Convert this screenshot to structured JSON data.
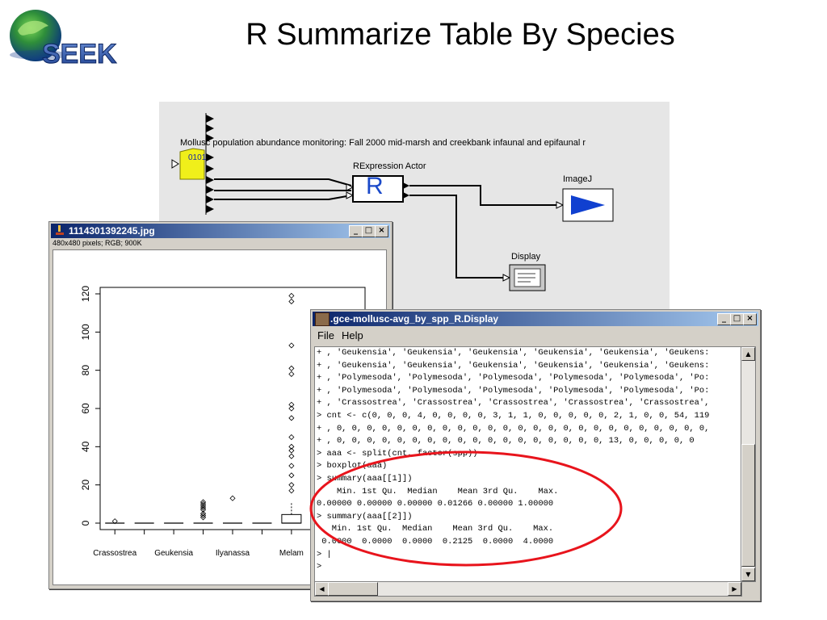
{
  "slide": {
    "title": "R Summarize Table By Species",
    "logo_text": "SEEK"
  },
  "workflow": {
    "dataset_title": "Mollusc population abundance monitoring: Fall 2000 mid-marsh and creekbank infaunal and epifaunal r",
    "dataset_icon_label": "0101",
    "rexpression_label": "RExpression Actor",
    "r_icon_glyph": "R",
    "imagej_label": "ImageJ",
    "display_label": "Display"
  },
  "image_window": {
    "title": "1114301392245.jpg",
    "info": "480x480 pixels; RGB; 900K",
    "buttons": {
      "minimize": "_",
      "maximize": "□",
      "close": "×"
    }
  },
  "r_window": {
    "title": ".gce-mollusc-avg_by_spp_R.Display",
    "buttons": {
      "minimize": "_",
      "maximize": "□",
      "close": "×"
    },
    "menu": [
      "File",
      "Help"
    ],
    "console_lines": [
      "+ , 'Geukensia', 'Geukensia', 'Geukensia', 'Geukensia', 'Geukensia', 'Geukens:",
      "+ , 'Geukensia', 'Geukensia', 'Geukensia', 'Geukensia', 'Geukensia', 'Geukens:",
      "+ , 'Polymesoda', 'Polymesoda', 'Polymesoda', 'Polymesoda', 'Polymesoda', 'Po:",
      "+ , 'Polymesoda', 'Polymesoda', 'Polymesoda', 'Polymesoda', 'Polymesoda', 'Po:",
      "+ , 'Crassostrea', 'Crassostrea', 'Crassostrea', 'Crassostrea', 'Crassostrea',",
      "> cnt <- c(0, 0, 0, 4, 0, 0, 0, 0, 3, 1, 1, 0, 0, 0, 0, 0, 2, 1, 0, 0, 54, 119",
      "+ , 0, 0, 0, 0, 0, 0, 0, 0, 0, 0, 0, 0, 0, 0, 0, 0, 0, 0, 0, 0, 0, 0, 0, 0, 0,",
      "+ , 0, 0, 0, 0, 0, 0, 0, 0, 0, 0, 0, 0, 0, 0, 0, 0, 0, 0, 13, 0, 0, 0, 0, 0",
      "> aaa <- split(cnt, factor(spp))",
      "> boxplot(aaa)",
      "> summary(aaa[[1]])",
      "    Min. 1st Qu.  Median    Mean 3rd Qu.    Max.",
      "0.00000 0.00000 0.00000 0.01266 0.00000 1.00000",
      "> summary(aaa[[2]])",
      "   Min. 1st Qu.  Median    Mean 3rd Qu.    Max.",
      " 0.0000  0.0000  0.0000  0.2125  0.0000  4.0000",
      "> |",
      ">"
    ],
    "scroll": {
      "up": "▲",
      "down": "▼",
      "left": "◀",
      "right": "▶"
    }
  },
  "colors": {
    "titlebar_start": "#0a246a",
    "titlebar_end": "#a6caf0",
    "highlight": "#e8141c",
    "workflow_bg": "#e6e6e6",
    "imagej_arrow": "#1040d0",
    "r_glyph": "#1a49c9"
  },
  "chart_data": {
    "type": "box",
    "categories": [
      "Crassostrea",
      "Geukensia",
      "Ilyanassa",
      "Melam"
    ],
    "yticks": [
      0,
      20,
      40,
      60,
      80,
      100,
      120
    ],
    "ylim": [
      0,
      120
    ],
    "outliers": [
      {
        "category": "Crassostrea",
        "values": [
          1
        ]
      },
      {
        "category": "Geukensia",
        "values": [
          3,
          4,
          5,
          7,
          8,
          9,
          10,
          11
        ]
      },
      {
        "category": "Ilyanassa",
        "values": [
          13
        ]
      },
      {
        "category": "Melam",
        "values": [
          17,
          20,
          25,
          30,
          35,
          38,
          40,
          45,
          55,
          60,
          62,
          78,
          81,
          93,
          116,
          119
        ]
      }
    ]
  }
}
